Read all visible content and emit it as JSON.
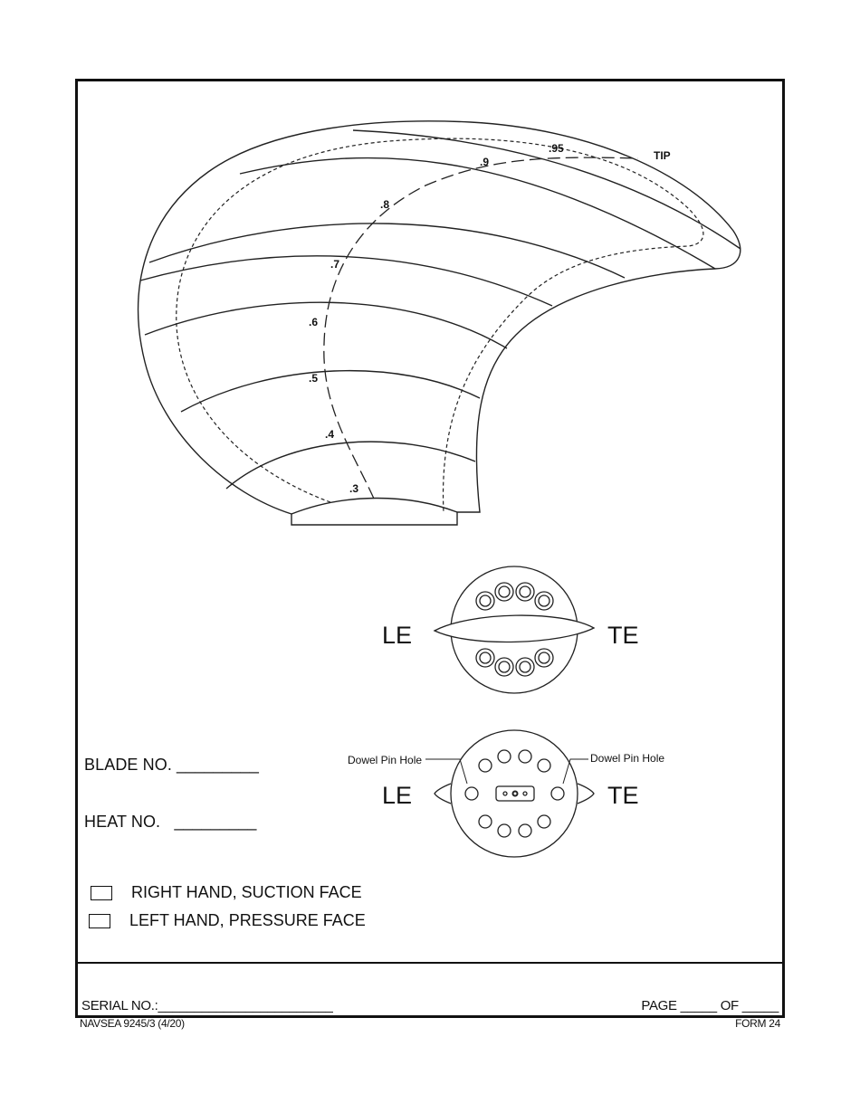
{
  "form": {
    "blade_no_label": "BLADE NO. _________",
    "heat_no_label": "HEAT NO.   _________",
    "checkboxes": [
      {
        "label": "RIGHT HAND, SUCTION FACE",
        "checked": false
      },
      {
        "label": "LEFT HAND, PRESSURE FACE",
        "checked": false
      }
    ],
    "serial_no_label": "SERIAL NO.:________________________",
    "page_label": "PAGE _____ OF _____"
  },
  "footer": {
    "form_id": "NAVSEA 9245/3 (4/20)",
    "form_number": "FORM 24"
  },
  "drawing": {
    "radius_labels": [
      ".3",
      ".4",
      ".5",
      ".6",
      ".7",
      ".8",
      ".9",
      ".95"
    ],
    "tip_label": "TIP",
    "hub_view_top": {
      "left_label": "LE",
      "right_label": "TE"
    },
    "hub_view_bottom": {
      "left_label": "LE",
      "right_label": "TE",
      "left_callout": "Dowel Pin Hole",
      "right_callout": "Dowel Pin Hole"
    }
  }
}
